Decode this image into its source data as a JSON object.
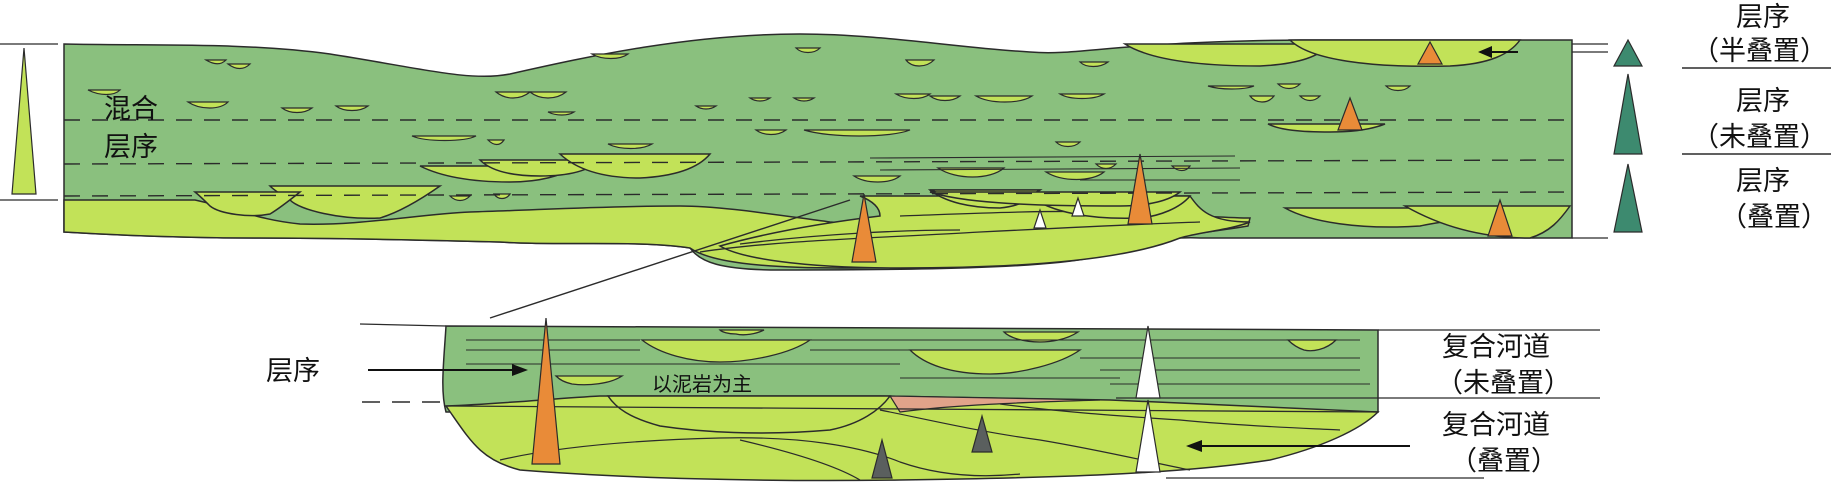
{
  "labels": {
    "mixed_sequence_line1": "混合",
    "mixed_sequence_line2": "层序",
    "right_semi_line1": "层序",
    "right_semi_line2": "（半叠置）",
    "right_non_line1": "层序",
    "right_non_line2": "（未叠置）",
    "right_stacked_line1": "层序",
    "right_stacked_line2": "（叠置）",
    "lower_left_sequence": "层序",
    "mudstone_dominant": "以泥岩为主",
    "compound_channel_non_line1": "复合河道",
    "compound_channel_non_line2": "（未叠置）",
    "compound_channel_stacked_line1": "复合河道",
    "compound_channel_stacked_line2": "（叠置）"
  },
  "colors": {
    "matrix_green": "#8ac07e",
    "sand_lime": "#c2e258",
    "orange_marker": "#e98b38",
    "dark_teal_marker": "#3d8a6f",
    "gray_marker": "#5a5f5e",
    "white_marker": "#ffffff",
    "pink_lens": "#e1a38a",
    "outline": "#2b2b2b"
  }
}
